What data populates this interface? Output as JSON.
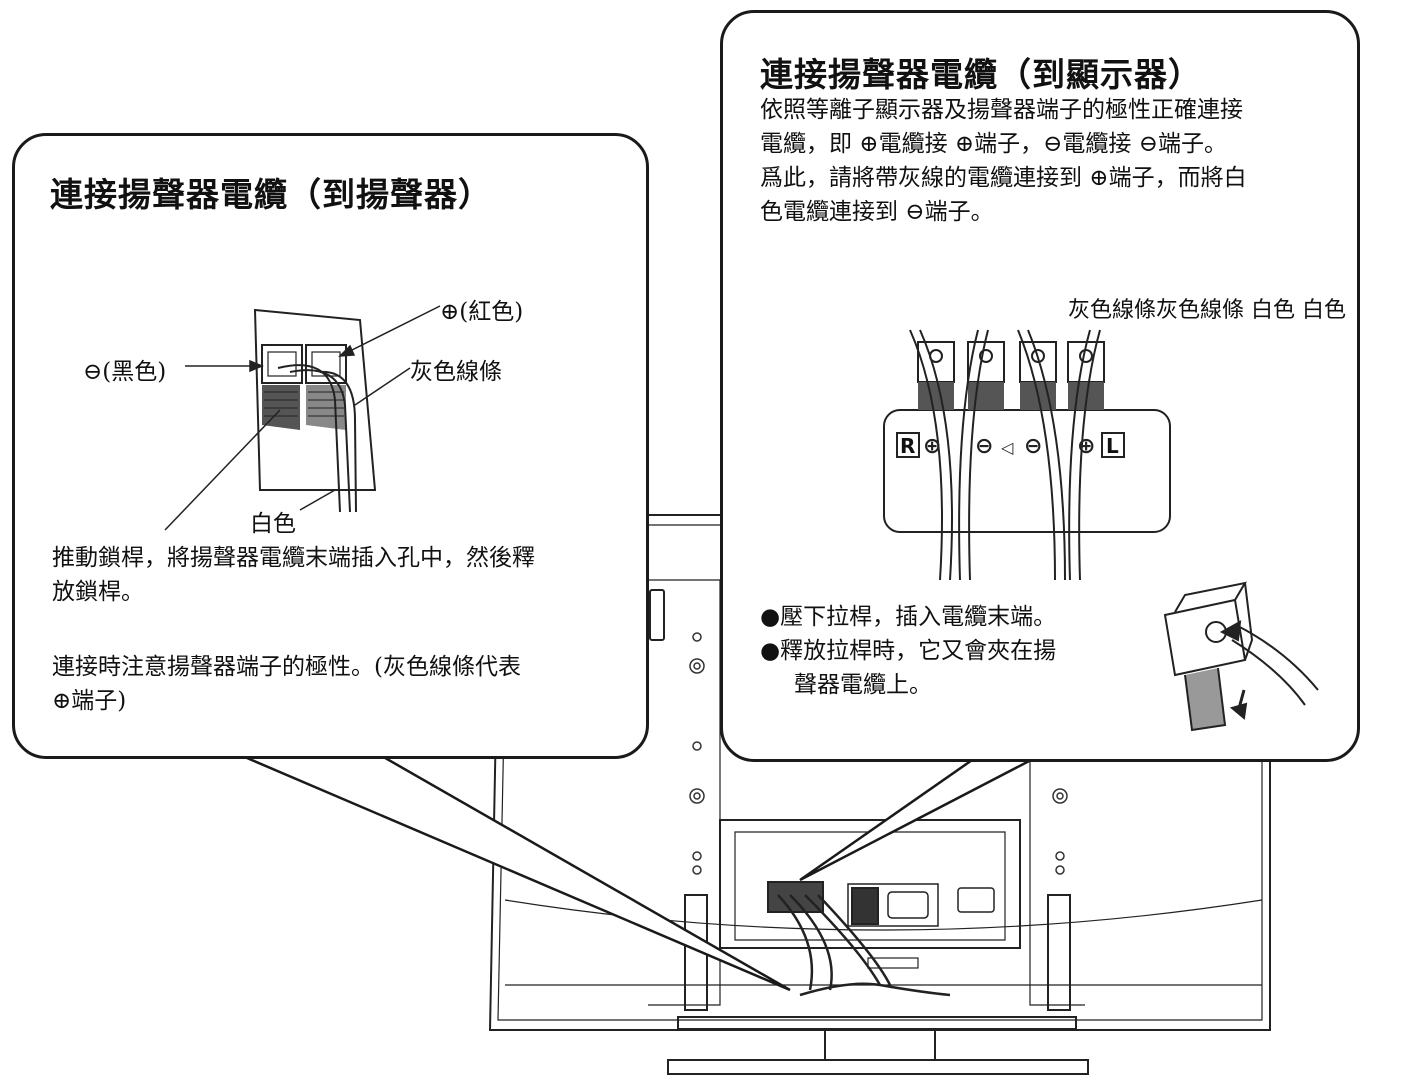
{
  "left_panel": {
    "title": "連接揚聲器電纜（到揚聲器）",
    "label_minus": "⊖(黑色)",
    "label_plus": "⊕(紅色)",
    "label_gray_line": "灰色線條",
    "label_white": "白色",
    "instruction_1_line1": "推動鎖桿，將揚聲器電纜末端插入孔中，然後釋",
    "instruction_1_line2": "放鎖桿。",
    "instruction_2_line1": "連接時注意揚聲器端子的極性。(灰色線條代表",
    "instruction_2_line2": "⊕端子)"
  },
  "right_panel": {
    "title": "連接揚聲器電纜（到顯示器）",
    "description_lines": [
      "依照等離子顯示器及揚聲器端子的極性正確連接",
      "電纜，即 ⊕電纜接 ⊕端子，⊖電纜接 ⊖端子。",
      "爲此，請將帶灰線的電纜連接到 ⊕端子，而將白",
      "色電纜連接到 ⊖端子。"
    ],
    "cable_labels": "灰色線條灰色線條 白色 白色",
    "terminal_right_letter": "R",
    "terminal_left_letter": "L",
    "bullet_1": "●壓下拉桿，插入電纜末端。",
    "bullet_2_line1": "●釋放拉桿時，它又會夾在揚",
    "bullet_2_line2": "聲器電纜上。"
  }
}
